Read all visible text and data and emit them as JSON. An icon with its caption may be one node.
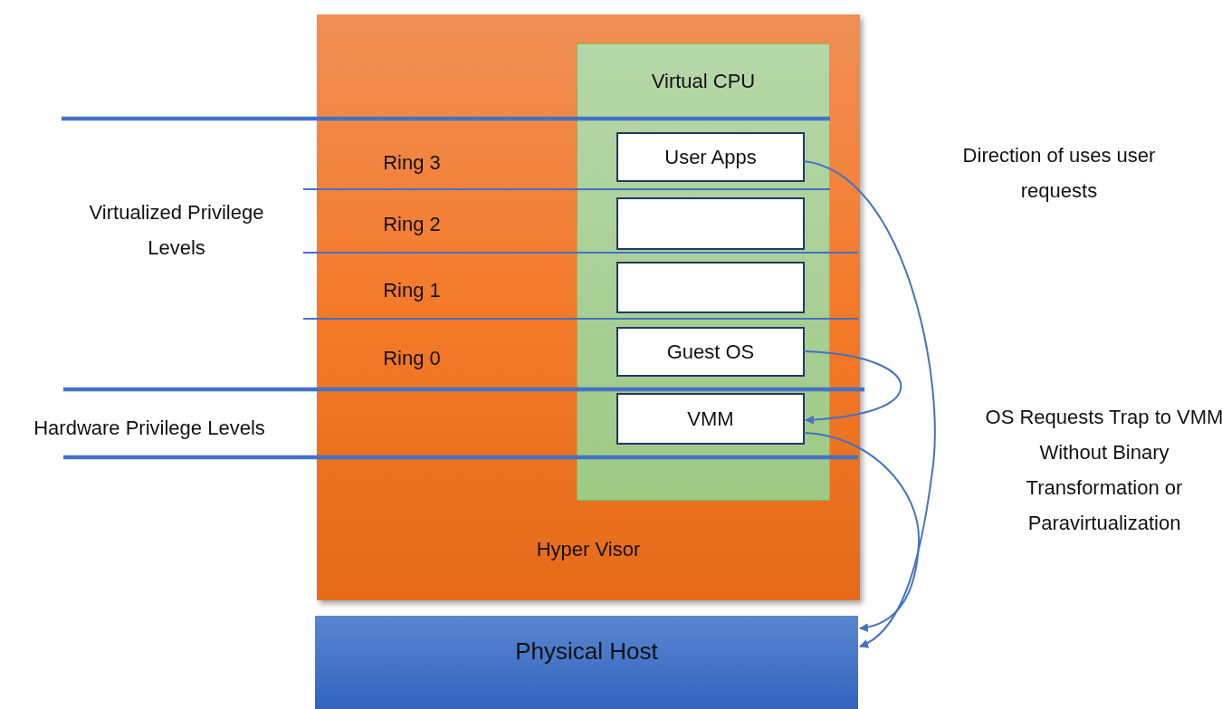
{
  "diagram": {
    "nodes": [
      {
        "text": [
          "Hyper Visor"
        ]
      },
      {
        "text": [
          "Virtual CPU"
        ],
        "in": 0
      },
      {
        "text": [
          "User Apps"
        ],
        "in": 1
      },
      {
        "text": [],
        "shape": "box",
        "in": 1
      },
      {
        "text": [],
        "shape": "box",
        "in": 1
      },
      {
        "text": [
          "Guest OS"
        ],
        "in": 1
      },
      {
        "text": [
          "VMM"
        ],
        "in": 1
      },
      {
        "text": [
          "Physical Host"
        ]
      }
    ],
    "edges": [
      {
        "from": 2,
        "to": 7,
        "arrow": "to"
      },
      {
        "from": 5,
        "to": 6,
        "arrow": "to"
      },
      {
        "from": 6,
        "to": 7,
        "arrow": "to"
      }
    ],
    "labels": [
      "Ring 3",
      "Direction of uses user requests",
      "Virtualized Privilege Levels",
      "Ring 2",
      "Ring 1",
      "Ring 0",
      "Hardware Privilege Levels",
      "OS Requests Trap to VMM Without Binary Transformation or Paravirtualization"
    ]
  }
}
